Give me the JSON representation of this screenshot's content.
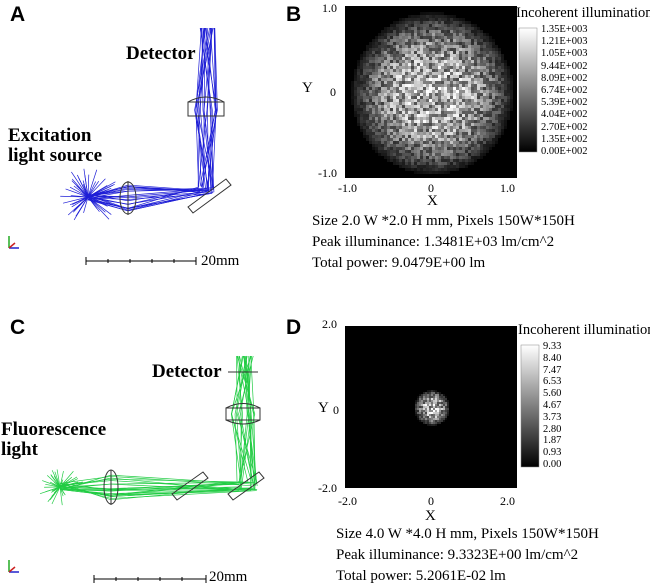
{
  "panels": {
    "A": {
      "letter": "A",
      "detector_label": "Detector",
      "source_label_line1": "Excitation",
      "source_label_line2": "light source",
      "scale_label": "20mm",
      "ray_color": "#1f1fd6"
    },
    "B": {
      "letter": "B",
      "map_title": "Incoherent illumination",
      "x_ticks": [
        "-1.0",
        "0",
        "1.0"
      ],
      "y_ticks": [
        "1.0",
        "0",
        "-1.0"
      ],
      "x_axis_label": "X",
      "y_axis_label": "Y",
      "colorbar_ticks": [
        "1.35E+003",
        "1.21E+003",
        "1.05E+003",
        "9.44E+002",
        "8.09E+002",
        "6.74E+002",
        "5.39E+002",
        "4.04E+002",
        "2.70E+002",
        "1.35E+002",
        "0.00E+002"
      ],
      "info_size": "Size 2.0 W *2.0 H mm, Pixels 150W*150H",
      "info_peak": "Peak illuminance: 1.3481E+03 lm/cm^2",
      "info_power": "Total power: 9.0479E+00 lm",
      "spot_radius_fraction": 0.47
    },
    "C": {
      "letter": "C",
      "detector_label": "Detector",
      "source_label_line1": "Fluorescence",
      "source_label_line2": "light",
      "scale_label": "20mm",
      "ray_color": "#22cc44"
    },
    "D": {
      "letter": "D",
      "map_title": "Incoherent illumination",
      "x_ticks": [
        "-2.0",
        "0",
        "2.0"
      ],
      "y_ticks": [
        "2.0",
        "0",
        "-2.0"
      ],
      "x_axis_label": "X",
      "y_axis_label": "Y",
      "colorbar_ticks": [
        "9.33",
        "8.40",
        "7.47",
        "6.53",
        "5.60",
        "4.67",
        "3.73",
        "2.80",
        "1.87",
        "0.93",
        "0.00"
      ],
      "info_size": "Size 4.0 W *4.0 H mm, Pixels 150W*150H",
      "info_peak": "Peak illuminance: 9.3323E+00 lm/cm^2",
      "info_power": "Total power: 5.2061E-02 lm",
      "spot_radius_fraction": 0.11
    }
  }
}
